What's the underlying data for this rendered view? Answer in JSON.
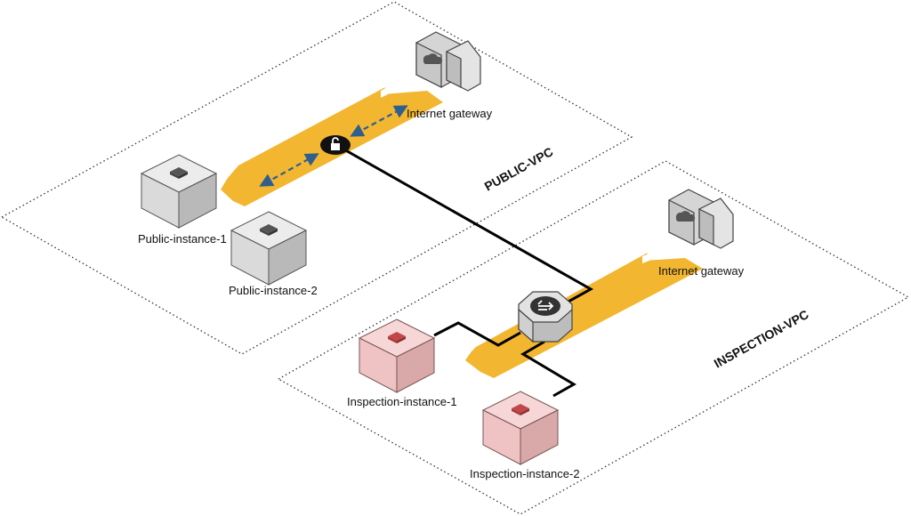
{
  "regions": {
    "public_vpc": {
      "label": "PUBLIC-VPC"
    },
    "inspection_vpc": {
      "label": "INSPECTION-VPC"
    }
  },
  "nodes": {
    "public_igw": {
      "label": "Internet gateway",
      "icon": "internet-gateway-icon"
    },
    "inspection_igw": {
      "label": "Internet gateway",
      "icon": "internet-gateway-icon"
    },
    "public_instance_1": {
      "label": "Public-instance-1",
      "icon": "ec2-instance-icon"
    },
    "public_instance_2": {
      "label": "Public-instance-2",
      "icon": "ec2-instance-icon"
    },
    "inspection_instance_1": {
      "label": "Inspection-instance-1",
      "icon": "ec2-instance-icon"
    },
    "inspection_instance_2": {
      "label": "Inspection-instance-2",
      "icon": "ec2-instance-icon"
    },
    "vpc_endpoint": {
      "icon": "lock-icon"
    },
    "firewall_endpoint": {
      "icon": "firewall-icon"
    }
  },
  "colors": {
    "traffic_arrow": "#f2b630",
    "bidirectional_arrow": "#2f5f8f",
    "connector": "#000000",
    "instance_public": "#e6e6e6",
    "instance_inspection": "#f4caca",
    "vpc_border": "#333333"
  }
}
